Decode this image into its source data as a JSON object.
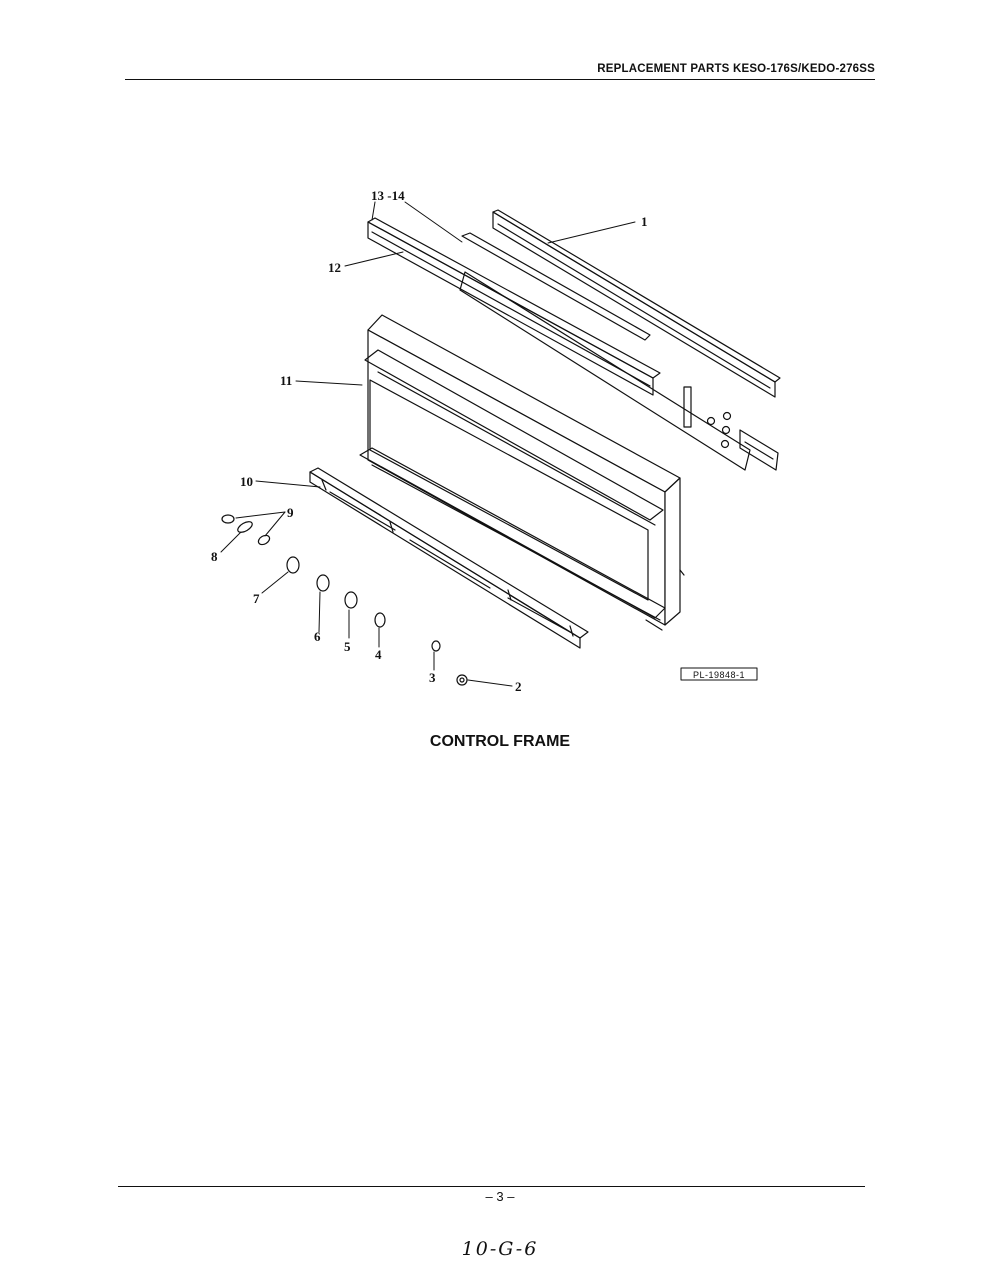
{
  "header": {
    "title": "REPLACEMENT PARTS KESO-176S/KEDO-276SS"
  },
  "diagram": {
    "callouts": [
      "13 -14",
      "1",
      "12",
      "11",
      "10",
      "9",
      "8",
      "7",
      "6",
      "5",
      "4",
      "3",
      "2"
    ],
    "figure_code": "PL-19848-1"
  },
  "caption": "CONTROL FRAME",
  "footer": {
    "page_number": "– 3 –",
    "handwritten_note": "10-G-6"
  }
}
